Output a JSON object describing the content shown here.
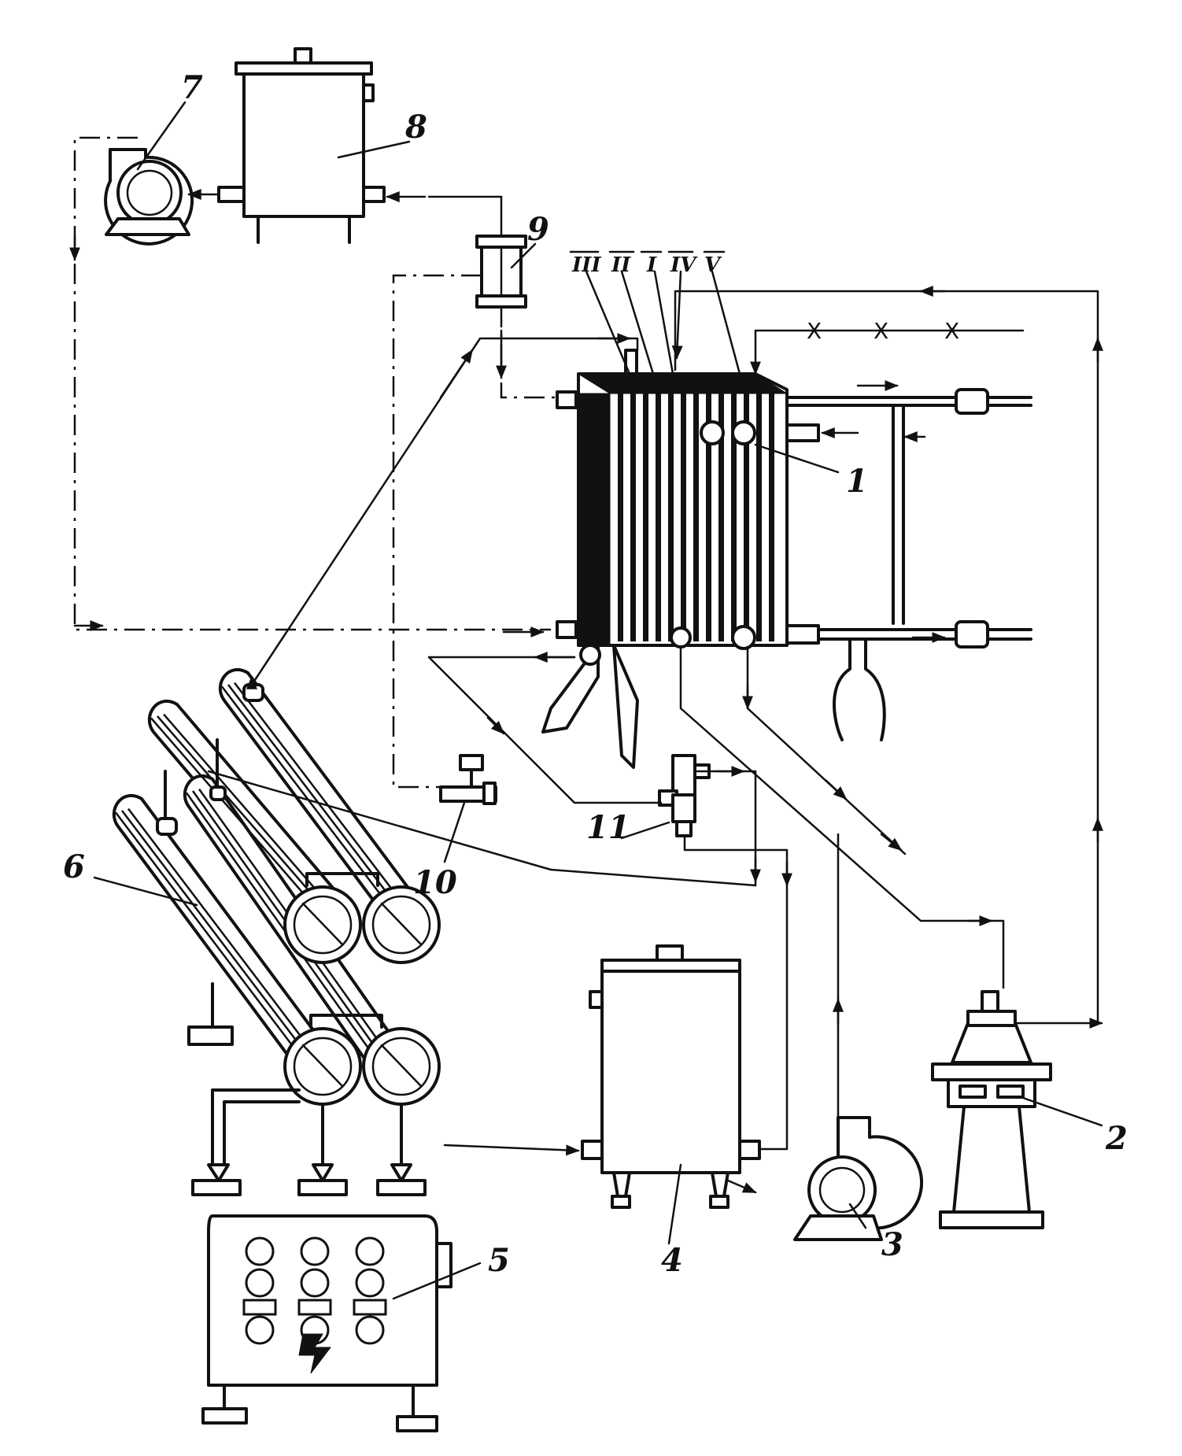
{
  "labels": {
    "l1": "1",
    "l2": "2",
    "l3": "3",
    "l4": "4",
    "l5": "5",
    "l6": "6",
    "l7": "7",
    "l8": "8",
    "l9": "9",
    "l10": "10",
    "l11": "11"
  },
  "sections": [
    "III",
    "II",
    "I",
    "IV",
    "V"
  ],
  "line_marks": [
    "X",
    "X",
    "X"
  ]
}
